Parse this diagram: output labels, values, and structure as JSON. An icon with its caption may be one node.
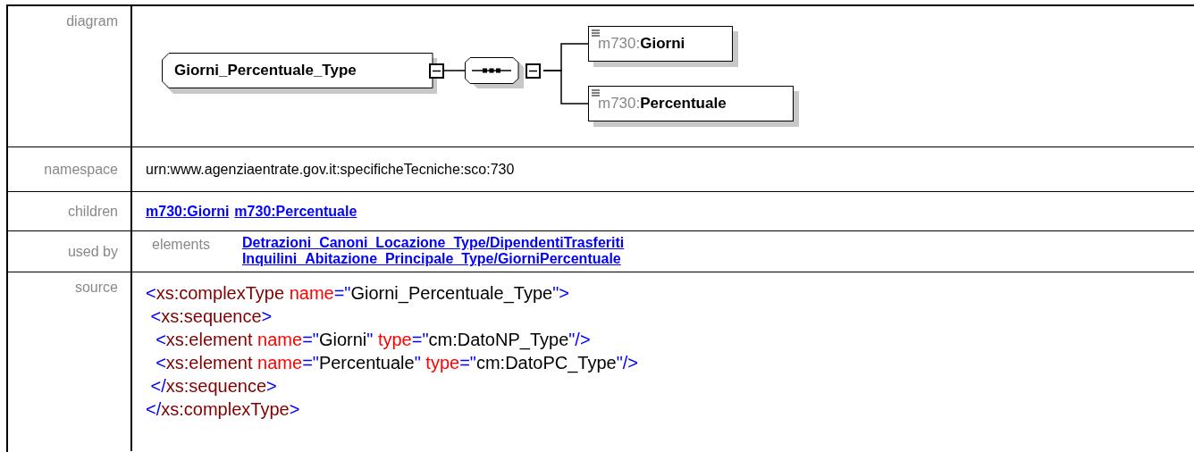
{
  "diagram": {
    "nodes": [
      {
        "text": [
          "Giorni_Percentuale_Type"
        ]
      },
      {
        "text": [],
        "shape": "octagon"
      },
      {
        "text": [
          "m730:**Giorni**"
        ]
      },
      {
        "text": [
          "m730:**Percentuale**"
        ]
      }
    ],
    "edges": [
      {
        "from": 0,
        "to": 1,
        "arrow": "none"
      },
      {
        "from": 1,
        "to": 2,
        "arrow": "none"
      },
      {
        "from": 1,
        "to": 3,
        "arrow": "none"
      }
    ],
    "labels": [
      "diagram",
      "namespace",
      "urn:www.agenziaentrate.gov.it:specificheTecniche:sco:730",
      "children",
      "m730:Giorni",
      "m730:Percentuale",
      "used by",
      "elements",
      "Detrazioni_Canoni_Locazione_Type/DipendentiTrasferiti",
      "Inquilini_Abitazione_Principale_Type/GiorniPercentuale",
      "source",
      "<xs:complexType name=\"Giorni_Percentuale_Type\">",
      " <xs:sequence>",
      "  <xs:element name=\"Giorni\" type=\"cm:DatoNP_Type\"/>",
      "  <xs:element name=\"Percentuale\" type=\"cm:DatoPC_Type\"/>",
      " </xs:sequence>",
      "</xs:complexType>"
    ]
  }
}
